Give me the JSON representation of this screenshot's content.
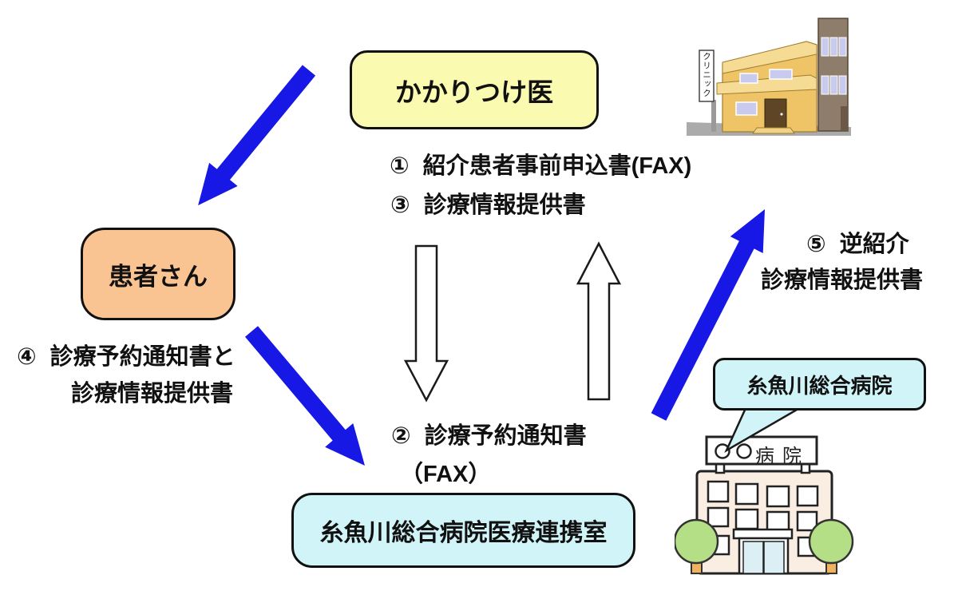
{
  "diagram": {
    "title_context": "referral-flow-diagram",
    "nodes": {
      "family_doctor": "かかりつけ医",
      "patient": "患者さん",
      "liaison_office": "糸魚川総合病院医療連携室",
      "hospital_label": "糸魚川総合病院"
    },
    "steps": {
      "s1": {
        "num": "①",
        "text": "紹介患者事前申込書(FAX)"
      },
      "s2": {
        "num": "②",
        "text": "診療予約通知書",
        "line2": "（FAX）"
      },
      "s3": {
        "num": "③",
        "text": "診療情報提供書"
      },
      "s4": {
        "num": "④",
        "text": "診療予約通知書と",
        "line2": "診療情報提供書"
      },
      "s5": {
        "num": "⑤",
        "text": "逆紹介",
        "line2": "診療情報提供書"
      }
    },
    "illustrations": {
      "clinic_sign": "クリニック",
      "hospital_sign": "病院"
    },
    "colors": {
      "arrow_blue": "#1717E6",
      "arrow_white": "#FFFFFF",
      "box_yellow": "#FAFAB0",
      "box_orange": "#FAC392",
      "box_cyan": "#D0F4F7"
    }
  }
}
